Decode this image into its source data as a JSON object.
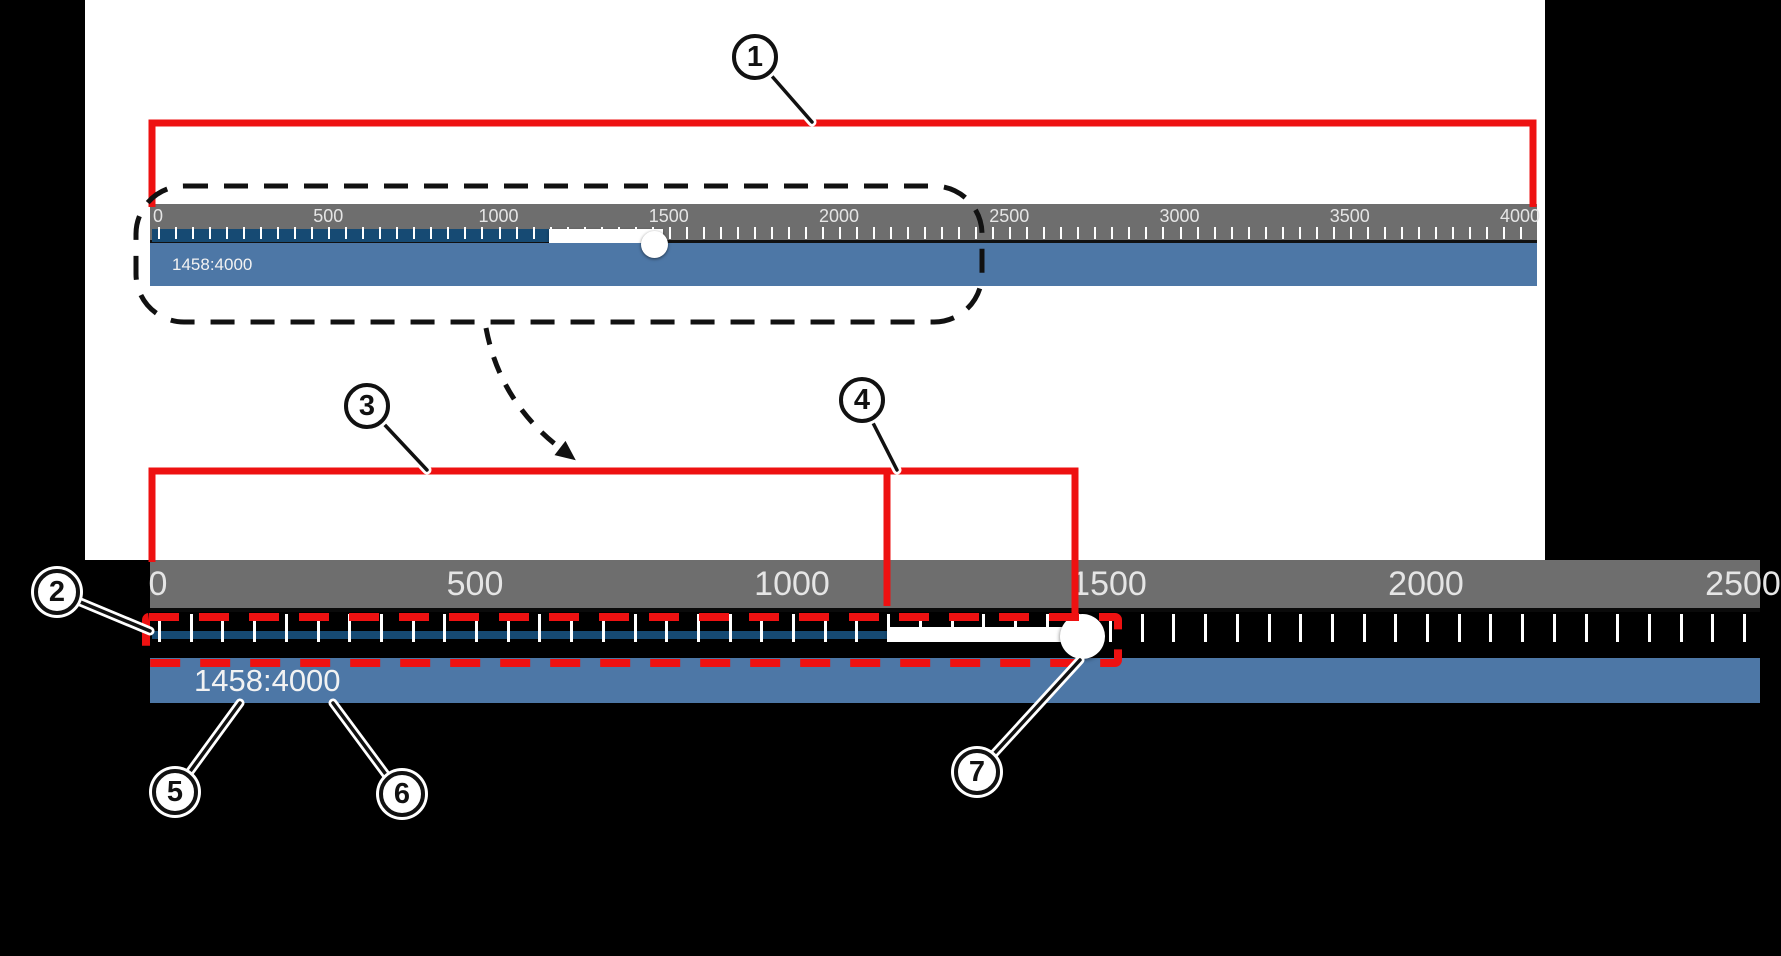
{
  "colors": {
    "annotation_red": "#ee1111",
    "progress_navy": "#164a73",
    "bar_blue": "#4d77a6",
    "ruler_gray": "#6e6e6e",
    "tick_white": "#ffffff",
    "panel_white": "#ffffff",
    "background_black": "#000000"
  },
  "timeline_full": {
    "counter": "1458:4000",
    "current_frame": 1458,
    "total_frames": 4000,
    "labels": [
      "0",
      "500",
      "1000",
      "1500",
      "2000",
      "2500",
      "3000",
      "3500",
      "4000"
    ],
    "label_values": [
      0,
      500,
      1000,
      1500,
      2000,
      2500,
      3000,
      3500,
      4000
    ],
    "minor_tick_step": 50,
    "tick_max": 4000
  },
  "timeline_zoom": {
    "counter": "1458:4000",
    "current_frame": 1458,
    "total_frames": 4000,
    "labels": [
      "0",
      "500",
      "1000",
      "1500",
      "2000",
      "2500"
    ],
    "label_values": [
      0,
      500,
      1000,
      1500,
      2000,
      2500
    ],
    "minor_tick_step": 50,
    "tick_max": 2530
  },
  "callouts": [
    {
      "number": "1"
    },
    {
      "number": "2"
    },
    {
      "number": "3"
    },
    {
      "number": "4"
    },
    {
      "number": "5"
    },
    {
      "number": "6"
    },
    {
      "number": "7"
    }
  ]
}
